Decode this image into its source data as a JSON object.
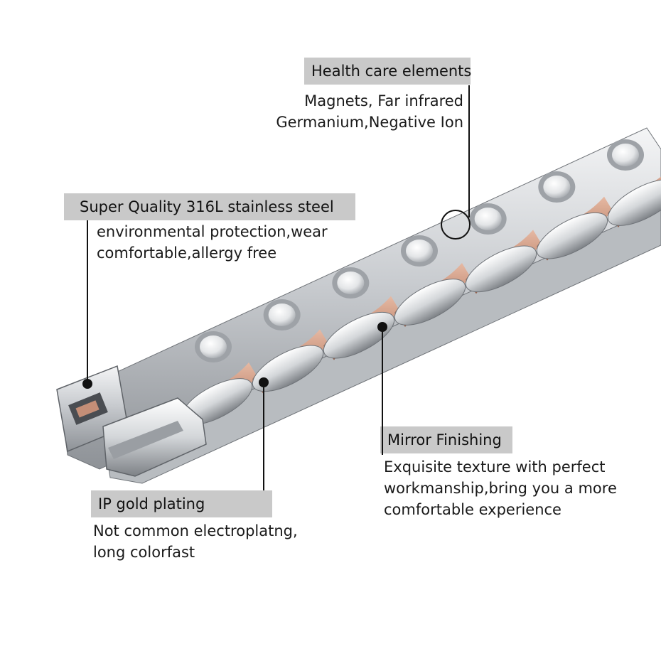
{
  "callouts": {
    "health": {
      "title": "Health care elements",
      "lines": [
        "Magnets, Far infrared",
        "Germanium,Negative Ion"
      ]
    },
    "steel": {
      "title": "Super Quality 316L stainless steel",
      "lines": [
        "environmental protection,wear",
        "comfortable,allergy free"
      ]
    },
    "mirror": {
      "title": "Mirror Finishing",
      "lines": [
        "Exquisite texture with perfect",
        "workmanship,bring you a more",
        "comfortable experience"
      ]
    },
    "gold": {
      "title": "IP gold plating",
      "lines": [
        "Not common electroplatng,",
        "long colorfast"
      ]
    }
  },
  "colors": {
    "label_bg": "#c9c9c9",
    "silver": "#d9dbdd",
    "rose_gold": "#c89782",
    "line": "#111111"
  }
}
